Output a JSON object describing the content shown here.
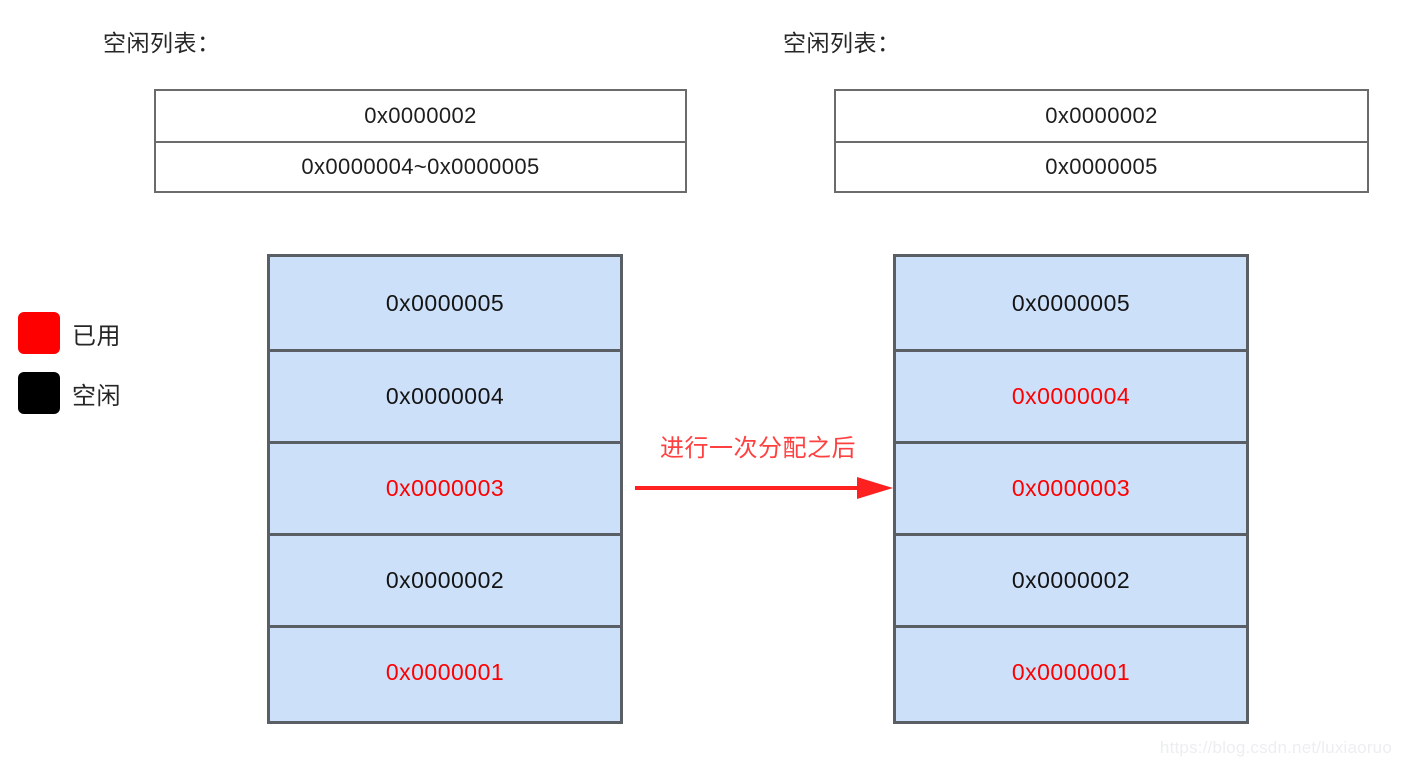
{
  "diagram": {
    "freelists": [
      {
        "side": "left",
        "title": "空闲列表：",
        "entries": [
          "0x0000002",
          "0x0000004~0x0000005"
        ]
      },
      {
        "side": "right",
        "title": "空闲列表：",
        "entries": [
          "0x0000002",
          "0x0000005"
        ]
      }
    ],
    "memory_stacks": [
      {
        "side": "left",
        "cells": [
          {
            "label": "0x0000005",
            "state": "free"
          },
          {
            "label": "0x0000004",
            "state": "free"
          },
          {
            "label": "0x0000003",
            "state": "used"
          },
          {
            "label": "0x0000002",
            "state": "free"
          },
          {
            "label": "0x0000001",
            "state": "used"
          }
        ]
      },
      {
        "side": "right",
        "cells": [
          {
            "label": "0x0000005",
            "state": "free"
          },
          {
            "label": "0x0000004",
            "state": "used"
          },
          {
            "label": "0x0000003",
            "state": "used"
          },
          {
            "label": "0x0000002",
            "state": "free"
          },
          {
            "label": "0x0000001",
            "state": "used"
          }
        ]
      }
    ],
    "legend": {
      "items": [
        {
          "label": "已用",
          "color": "#ff0000",
          "icon": "filled-square-icon"
        },
        {
          "label": "空闲",
          "color": "#000000",
          "icon": "filled-square-icon"
        }
      ]
    },
    "transition": {
      "label": "进行一次分配之后",
      "color": "#ff4040",
      "icon": "right-arrow-icon"
    },
    "watermark": "https://blog.csdn.net/luxiaoruo",
    "colors": {
      "block_fill": "#cce0f9",
      "block_border": "#5a5f66",
      "table_border": "#6b6b6b",
      "used_text": "#ff0000",
      "free_text": "#141414",
      "arrow": "#ff4040"
    }
  }
}
